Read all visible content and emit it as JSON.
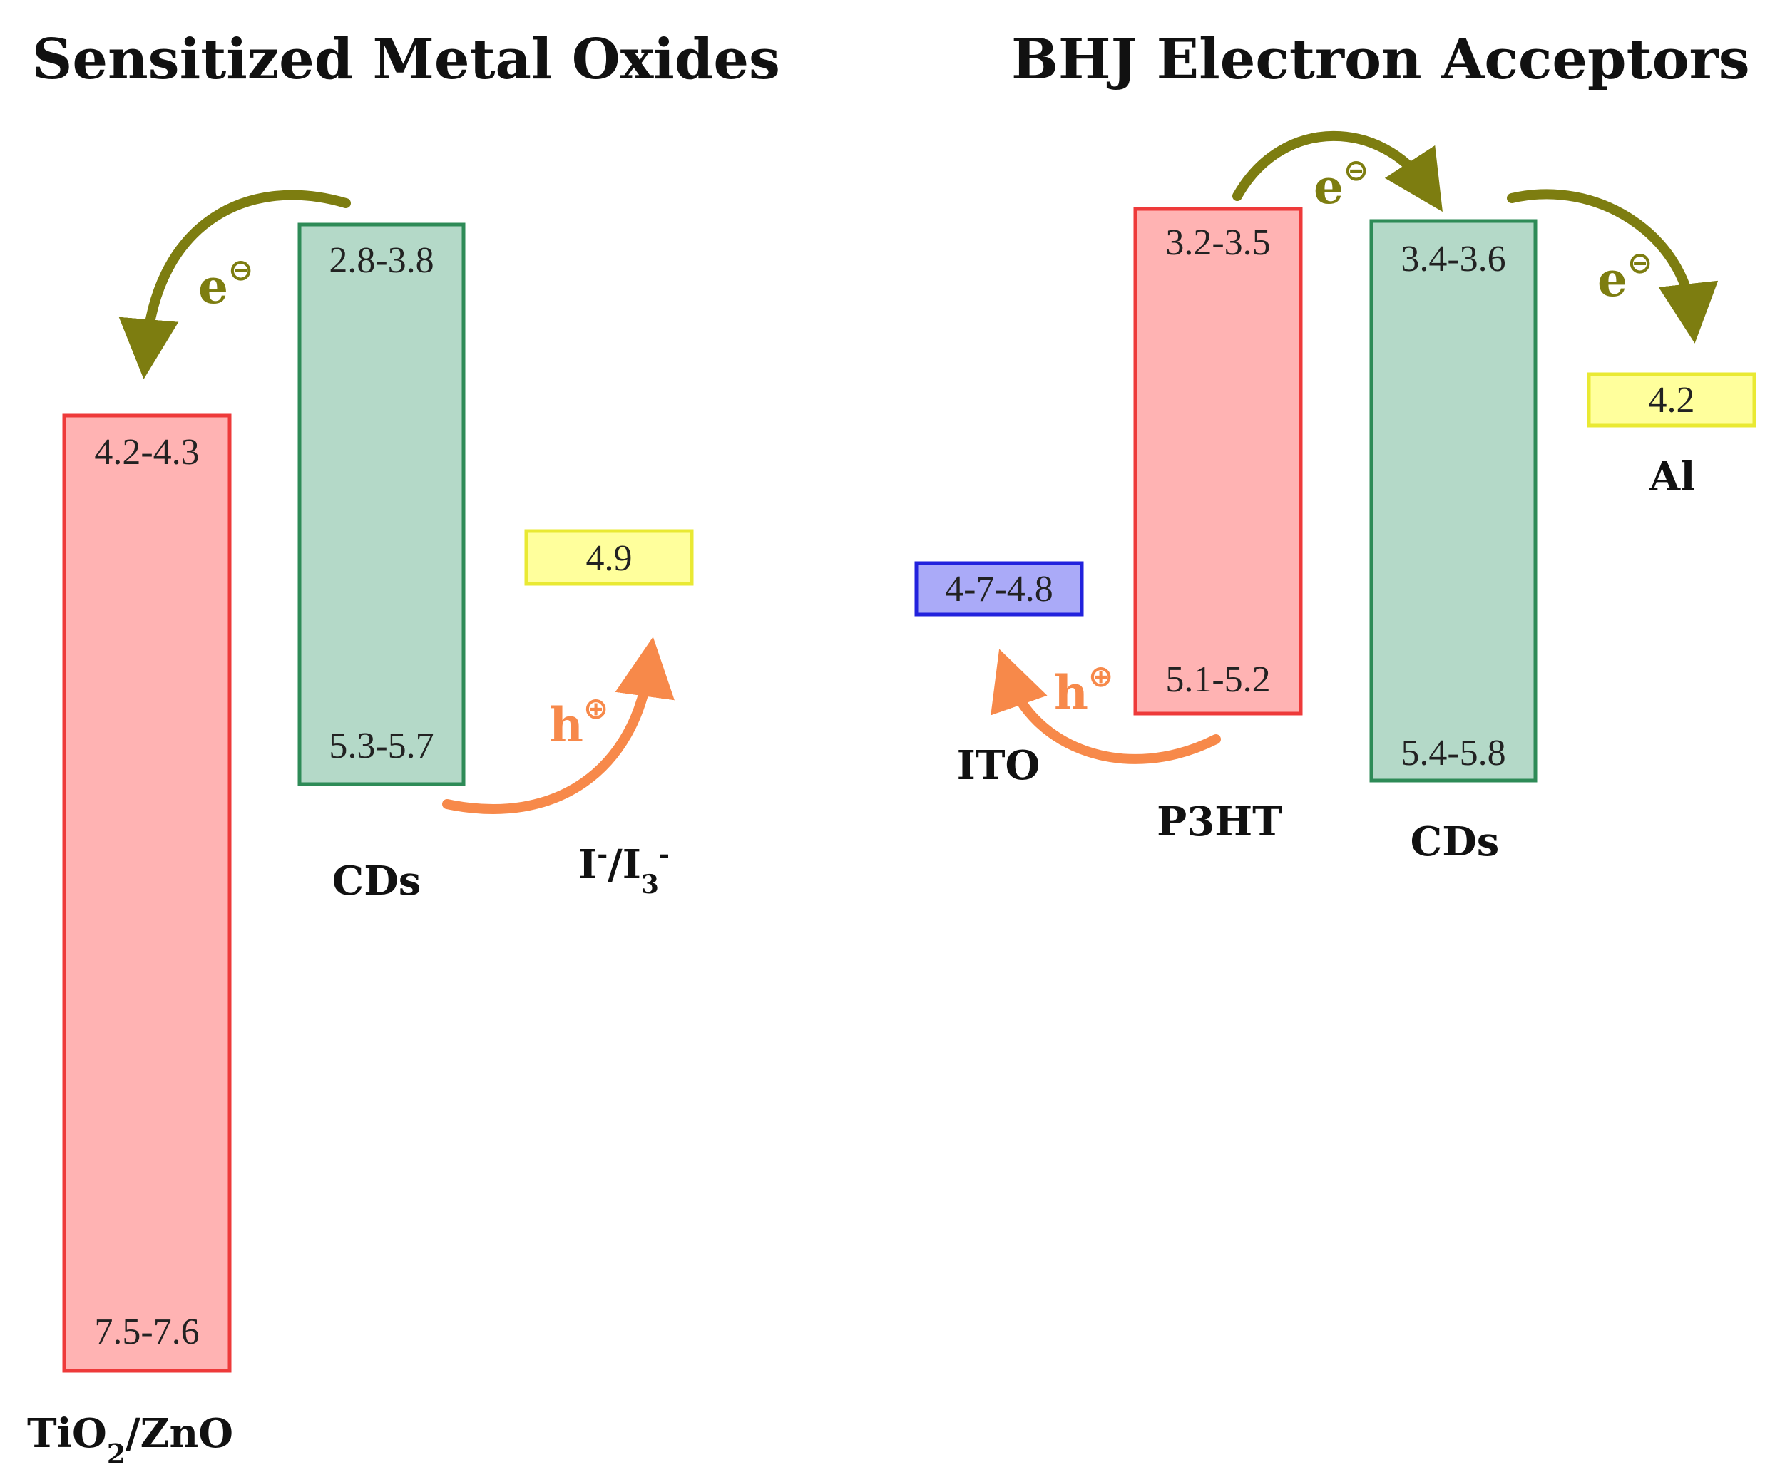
{
  "colors": {
    "metal_oxide_fill": "#ffb3b3",
    "metal_oxide_stroke": "#ee3a3a",
    "cd_fill": "#b4d9c8",
    "cd_stroke": "#2e8b57",
    "electrolyte_fill": "#ffff9c",
    "electrolyte_stroke": "#e9e933",
    "ito_fill": "#aaaaf8",
    "ito_stroke": "#2222dd",
    "p3ht_fill": "#ffb3b3",
    "p3ht_stroke": "#ee3a3a",
    "al_fill": "#ffff9c",
    "al_stroke": "#e9e933",
    "electron_arrow": "#7d7d10",
    "hole_arrow": "#f7894a"
  },
  "left_panel": {
    "title": "Sensitized Metal Oxides",
    "tio2_zno": {
      "top": "4.2-4.3",
      "bottom": "7.5-7.6",
      "label": "TiO",
      "label_sub": "2",
      "label_rest": "/ZnO"
    },
    "cds": {
      "top": "2.8-3.8",
      "bottom": "5.3-5.7",
      "label": "CDs"
    },
    "redox": {
      "value": "4.9",
      "label": "I",
      "label_sup": "-",
      "label_mid": "/I",
      "label_sub": "3",
      "label_sup2": "-"
    },
    "electron": {
      "letter": "e",
      "sign": "⊖"
    },
    "hole": {
      "letter": "h",
      "sign": "⊕"
    }
  },
  "right_panel": {
    "title": "BHJ Electron Acceptors",
    "ito": {
      "value": "4-7-4.8",
      "label": "ITO"
    },
    "p3ht": {
      "top": "3.2-3.5",
      "bottom": "5.1-5.2",
      "label": "P3HT"
    },
    "cds": {
      "top": "3.4-3.6",
      "bottom": "5.4-5.8",
      "label": "CDs"
    },
    "al": {
      "value": "4.2",
      "label": "Al"
    },
    "electron_1": {
      "letter": "e",
      "sign": "⊖"
    },
    "electron_2": {
      "letter": "e",
      "sign": "⊖"
    },
    "hole": {
      "letter": "h",
      "sign": "⊕"
    }
  }
}
